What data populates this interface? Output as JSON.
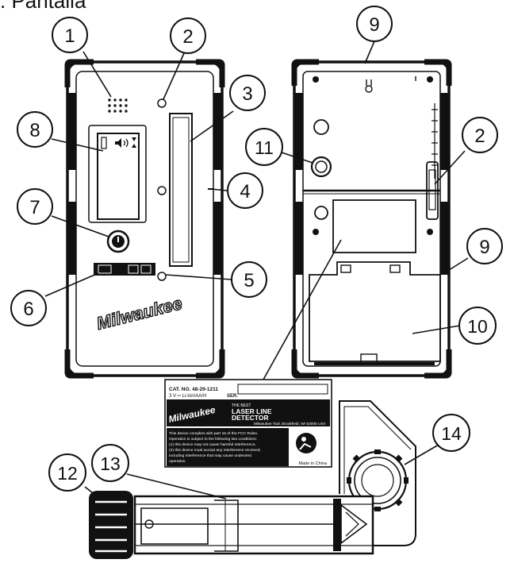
{
  "heading": ". Pantalla",
  "callouts": [
    "1",
    "2",
    "3",
    "4",
    "5",
    "6",
    "7",
    "8",
    "9",
    "10",
    "11",
    "12",
    "13",
    "14"
  ],
  "brand": "Milwaukee",
  "label": {
    "cat_line": "CAT. NO. 48-29-1211",
    "volt_line": "3 V ═  Li-Ion/AA/H",
    "ser_line": "SER.",
    "product_small": "THE BEST",
    "product_line1": "LASER LINE",
    "product_line2": "DETECTOR",
    "address": "Milwaukee Tool, Brookfield, WI 53005 USA",
    "fcc_1": "This device complies with part 15 of the FCC Rules.",
    "fcc_2": "Operation is subject to the following two conditions:",
    "fcc_3": "(1) this device may not cause harmful interference,",
    "fcc_4": "(2) this device must accept any interference received,",
    "fcc_5": "including interference that may cause undesired",
    "fcc_6": "operation.",
    "made_in": "Made in China"
  }
}
